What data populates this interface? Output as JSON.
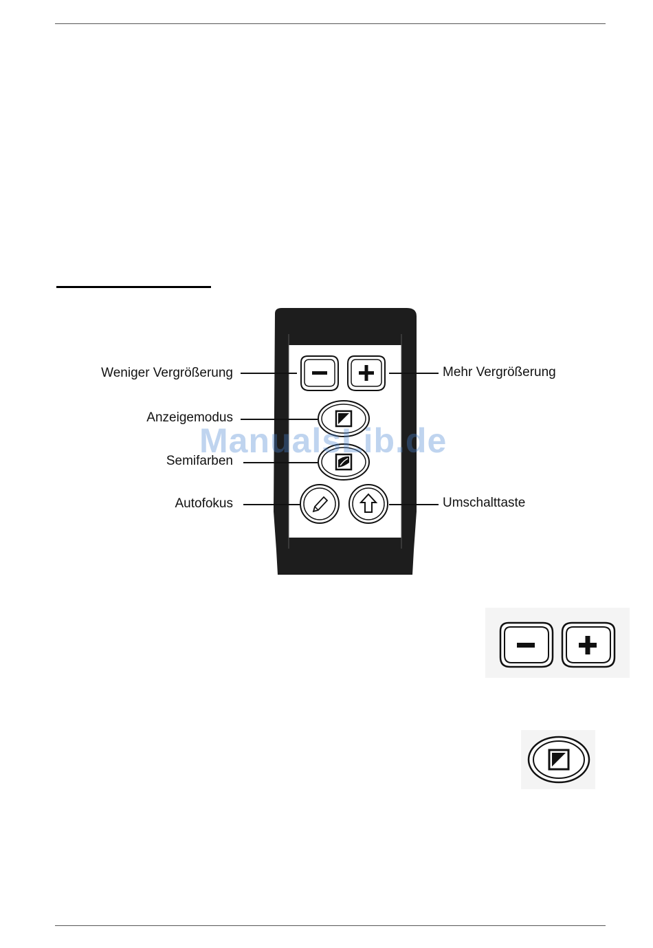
{
  "figure": {
    "labels": {
      "less_magnification": "Weniger Vergrößerung",
      "more_magnification": "Mehr Vergrößerung",
      "display_mode": "Anzeigemodus",
      "semi_colors": "Semifarben",
      "autofocus": "Autofokus",
      "shift_key": "Umschalttaste"
    },
    "buttons": [
      {
        "id": "minus",
        "icon": "minus-icon"
      },
      {
        "id": "plus",
        "icon": "plus-icon"
      },
      {
        "id": "display-mode",
        "icon": "contrast-square-icon"
      },
      {
        "id": "semi-colors",
        "icon": "semi-color-icon"
      },
      {
        "id": "autofocus",
        "icon": "pencil-icon"
      },
      {
        "id": "shift",
        "icon": "up-arrow-icon"
      }
    ]
  },
  "watermark": "ManualsLib.de",
  "side_icons": [
    "minus-icon",
    "plus-icon",
    "contrast-square-icon"
  ]
}
